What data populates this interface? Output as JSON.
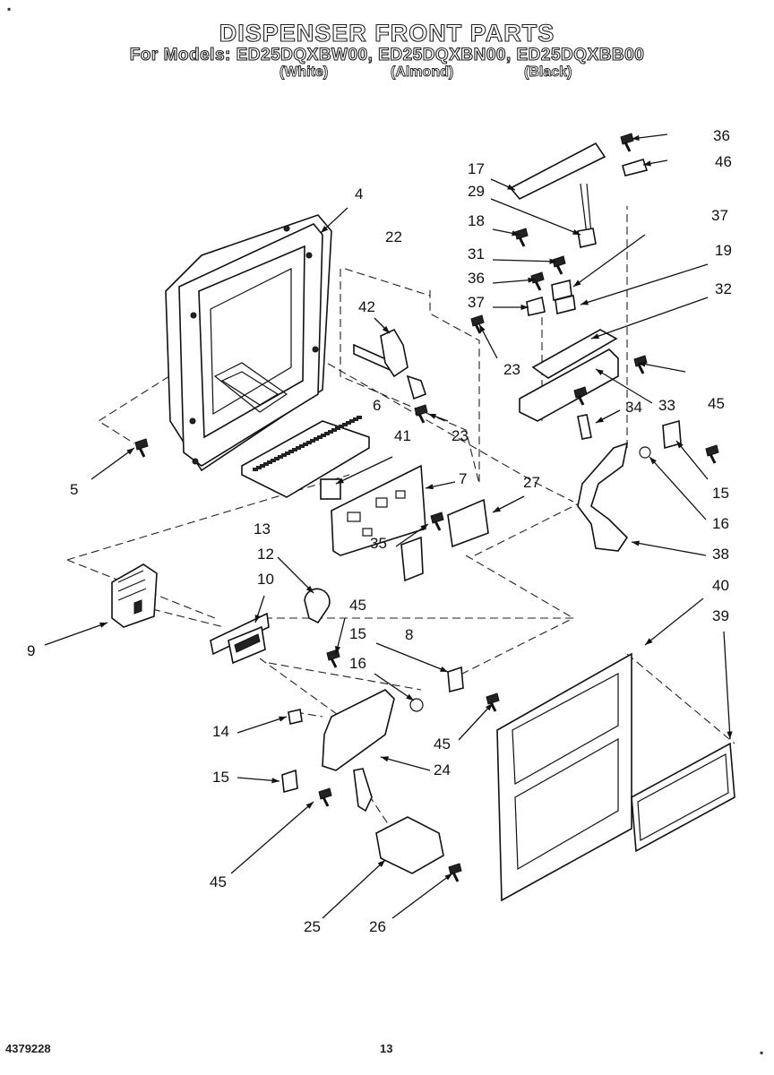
{
  "header": {
    "title": "DISPENSER FRONT PARTS",
    "subtitle": "For Models: ED25DQXBW00, ED25DQXBN00, ED25DQXBB00",
    "variants": [
      "(White)",
      "(Almond)",
      "(Black)"
    ]
  },
  "callouts": [
    {
      "id": "c36a",
      "text": "36"
    },
    {
      "id": "c46",
      "text": "46"
    },
    {
      "id": "c17",
      "text": "17"
    },
    {
      "id": "c29",
      "text": "29"
    },
    {
      "id": "c4",
      "text": "4"
    },
    {
      "id": "c22",
      "text": "22"
    },
    {
      "id": "c37a",
      "text": "37"
    },
    {
      "id": "c18",
      "text": "18"
    },
    {
      "id": "c31",
      "text": "31"
    },
    {
      "id": "c19",
      "text": "19"
    },
    {
      "id": "c36b",
      "text": "36"
    },
    {
      "id": "c32",
      "text": "32"
    },
    {
      "id": "c42",
      "text": "42"
    },
    {
      "id": "c37b",
      "text": "37"
    },
    {
      "id": "c23a",
      "text": "23"
    },
    {
      "id": "c6",
      "text": "6"
    },
    {
      "id": "c33",
      "text": "33"
    },
    {
      "id": "c45a",
      "text": "45"
    },
    {
      "id": "c34",
      "text": "34"
    },
    {
      "id": "c23b",
      "text": "23"
    },
    {
      "id": "c41",
      "text": "41"
    },
    {
      "id": "c5",
      "text": "5"
    },
    {
      "id": "c7",
      "text": "7"
    },
    {
      "id": "c15a",
      "text": "15"
    },
    {
      "id": "c27",
      "text": "27"
    },
    {
      "id": "c16a",
      "text": "16"
    },
    {
      "id": "c13",
      "text": "13"
    },
    {
      "id": "c35",
      "text": "35"
    },
    {
      "id": "c38",
      "text": "38"
    },
    {
      "id": "c12",
      "text": "12"
    },
    {
      "id": "c40",
      "text": "40"
    },
    {
      "id": "c10",
      "text": "10"
    },
    {
      "id": "c39",
      "text": "39"
    },
    {
      "id": "c45b",
      "text": "45"
    },
    {
      "id": "c8",
      "text": "8"
    },
    {
      "id": "c9",
      "text": "9"
    },
    {
      "id": "c15b",
      "text": "15"
    },
    {
      "id": "c16b",
      "text": "16"
    },
    {
      "id": "c14",
      "text": "14"
    },
    {
      "id": "c45c",
      "text": "45"
    },
    {
      "id": "c24",
      "text": "24"
    },
    {
      "id": "c15c",
      "text": "15"
    },
    {
      "id": "c45d",
      "text": "45"
    },
    {
      "id": "c25",
      "text": "25"
    },
    {
      "id": "c26",
      "text": "26"
    }
  ],
  "footer": {
    "doc_number": "4379228",
    "page_number": "13"
  }
}
